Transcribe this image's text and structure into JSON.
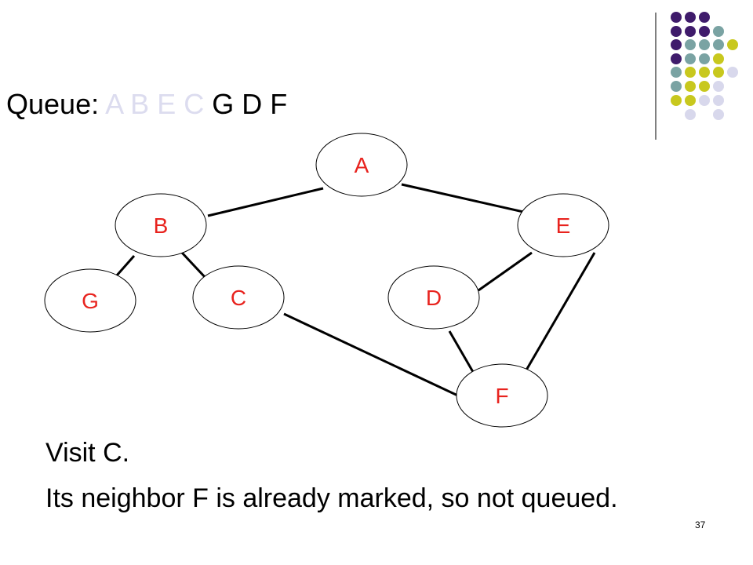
{
  "queue": {
    "label": "Queue:",
    "visited": [
      "A",
      "B",
      "E",
      "C"
    ],
    "pending": [
      "G",
      "D",
      "F"
    ]
  },
  "graph": {
    "nodes": [
      {
        "id": "A",
        "label": "A"
      },
      {
        "id": "B",
        "label": "B"
      },
      {
        "id": "E",
        "label": "E"
      },
      {
        "id": "G",
        "label": "G"
      },
      {
        "id": "C",
        "label": "C"
      },
      {
        "id": "D",
        "label": "D"
      },
      {
        "id": "F",
        "label": "F"
      }
    ],
    "edges": [
      [
        "A",
        "B"
      ],
      [
        "A",
        "E"
      ],
      [
        "B",
        "G"
      ],
      [
        "B",
        "C"
      ],
      [
        "E",
        "D"
      ],
      [
        "E",
        "F"
      ],
      [
        "C",
        "F"
      ],
      [
        "D",
        "F"
      ]
    ]
  },
  "caption": {
    "line1": "Visit C.",
    "line2": "Its neighbor F is already marked, so not queued."
  },
  "page_number": "37",
  "colors": {
    "node_label": "#e8231e",
    "visited_text": "#dcdcef",
    "dot_purple": "#3f1b6b",
    "dot_teal": "#7aa3a3",
    "dot_yellow": "#c8c81e",
    "dot_lavender": "#d8d8ec"
  }
}
